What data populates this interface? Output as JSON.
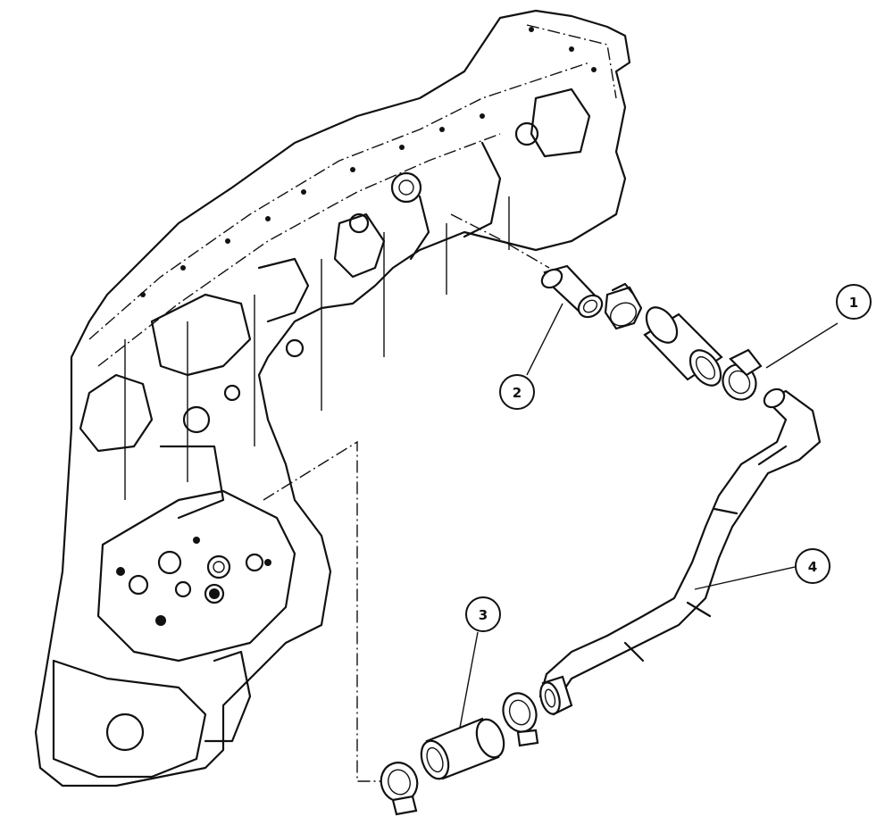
{
  "diagram": {
    "callouts": [
      {
        "id": "item-1",
        "label": "1"
      },
      {
        "id": "item-2",
        "label": "2"
      },
      {
        "id": "item-3",
        "label": "3"
      },
      {
        "id": "item-4",
        "label": "4"
      }
    ]
  }
}
